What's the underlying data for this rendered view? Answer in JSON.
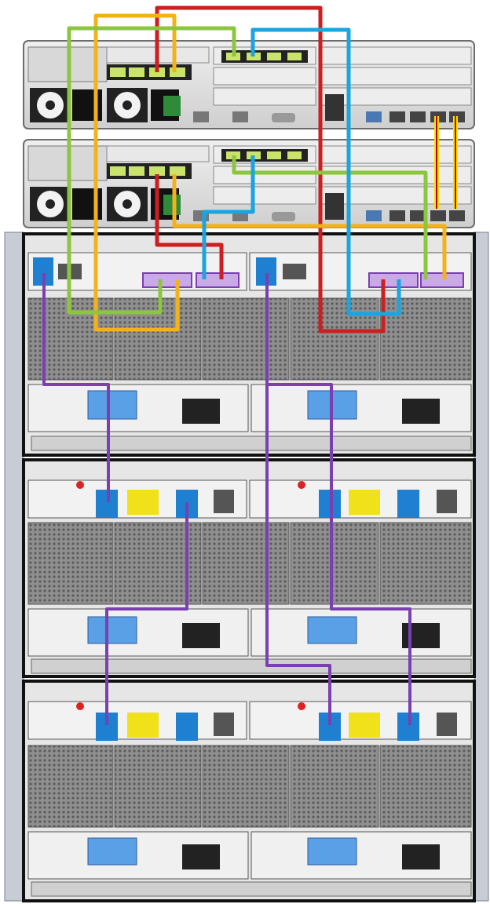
{
  "diagram": {
    "type": "storage-rack-cabling",
    "servers": [
      {
        "kind": "server-node",
        "sas_hba_cards": 2,
        "ports_per_card": 4
      },
      {
        "kind": "server-node",
        "sas_hba_cards": 2,
        "ports_per_card": 4
      }
    ],
    "enclosures": [
      {
        "kind": "controller-enclosure",
        "io_modules": 2,
        "fan_modules": 5,
        "power_supplies": 2
      },
      {
        "kind": "expansion-enclosure",
        "io_modules": 2,
        "fan_modules": 5,
        "power_supplies": 2
      },
      {
        "kind": "expansion-enclosure",
        "io_modules": 2,
        "fan_modules": 5,
        "power_supplies": 2
      }
    ],
    "cable_colors": {
      "red": "#cc1f1f",
      "orange": "#f4b21a",
      "green": "#8cc63f",
      "blue": "#1aa5e0",
      "purple": "#7a3fb0",
      "interconnect_yellow": "#f5e600",
      "interconnect_red": "#c00000"
    },
    "palette": {
      "chassis": "#dcdcdc",
      "chassis_dark": "#3a3a3a",
      "port_green": "#c9e36b",
      "port_blue": "#1f7fd1",
      "label_yellow": "#f0e11a",
      "psu_blue": "#5aa0e6",
      "fan_gray": "#9a9a9a",
      "rack_rail": "#c8ccd4"
    }
  }
}
